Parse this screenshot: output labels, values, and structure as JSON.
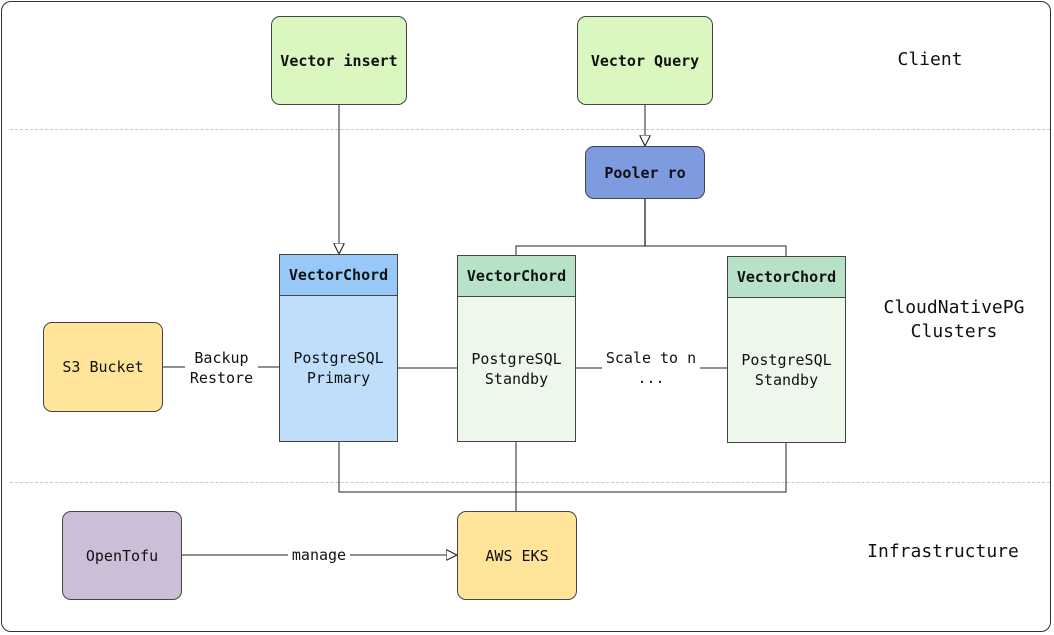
{
  "tiers": {
    "client": "Client",
    "cloudnativepg_line1": "CloudNativePG",
    "cloudnativepg_line2": "Clusters",
    "infrastructure": "Infrastructure"
  },
  "client_boxes": {
    "vector_insert": "Vector insert",
    "vector_query": "Vector Query"
  },
  "pooler": "Pooler ro",
  "storage": {
    "s3": "S3 Bucket"
  },
  "edges": {
    "backup": "Backup",
    "restore": "Restore",
    "scale_to_n": "Scale to n",
    "ellipsis": "...",
    "manage": "manage"
  },
  "nodes": {
    "primary": {
      "header": "VectorChord",
      "line1": "PostgreSQL",
      "line2": "Primary"
    },
    "standby1": {
      "header": "VectorChord",
      "line1": "PostgreSQL",
      "line2": "Standby"
    },
    "standby2": {
      "header": "VectorChord",
      "line1": "PostgreSQL",
      "line2": "Standby"
    }
  },
  "infrastructure": {
    "opentofu": "OpenTofu",
    "aws_eks": "AWS EKS"
  },
  "colors": {
    "client_green": "#d9f7be",
    "pooler_blue": "#7e9be0",
    "primary_blue": "#bfdefb",
    "primary_header": "#98c8f7",
    "standby_green": "#eef8ea",
    "standby_header": "#b8e2c8",
    "s3_yellow": "#ffe49a",
    "opentofu_purple": "#cbbfd8"
  }
}
